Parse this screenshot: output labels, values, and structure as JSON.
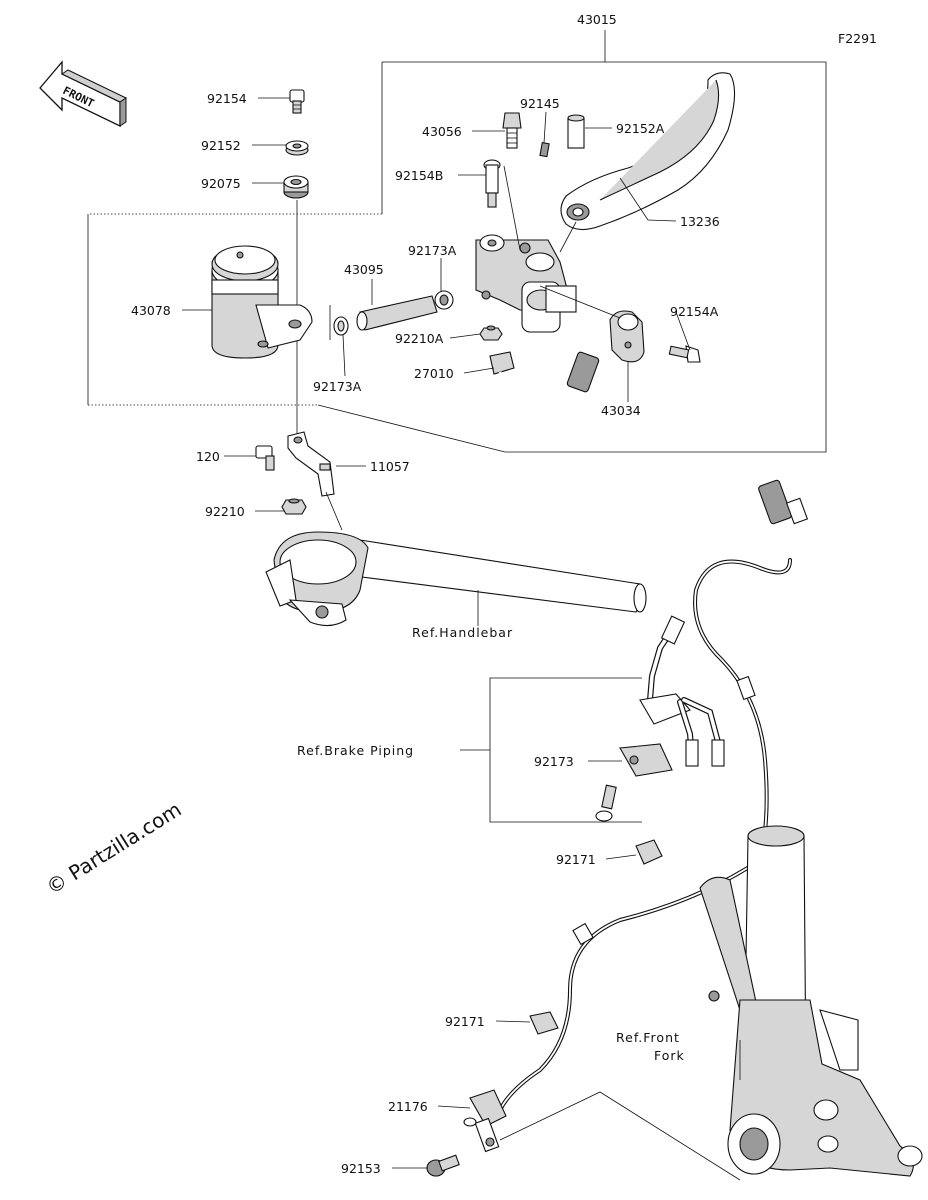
{
  "figure_code": "F2291",
  "watermark": "© Partzilla.com",
  "front_arrow_label": "FRONT",
  "callouts": {
    "p43015": "43015",
    "p92154": "92154",
    "p92152": "92152",
    "p92075": "92075",
    "p43056": "43056",
    "p92145": "92145",
    "p92152A": "92152A",
    "p92154B": "92154B",
    "p13236": "13236",
    "p92173A_top": "92173A",
    "p43095": "43095",
    "p43078": "43078",
    "p92210A": "92210A",
    "p92154A": "92154A",
    "p92173A_bottom": "92173A",
    "p27010": "27010",
    "p43034": "43034",
    "p120": "120",
    "p11057": "11057",
    "p92210": "92210",
    "p92173": "92173",
    "p92171_a": "92171",
    "p92171_b": "92171",
    "p21176": "21176",
    "p92153": "92153"
  },
  "references": {
    "handlebar": "Ref.Handlebar",
    "brake_piping": "Ref.Brake Piping",
    "front_fork_line1": "Ref.Front",
    "front_fork_line2": "Fork"
  }
}
